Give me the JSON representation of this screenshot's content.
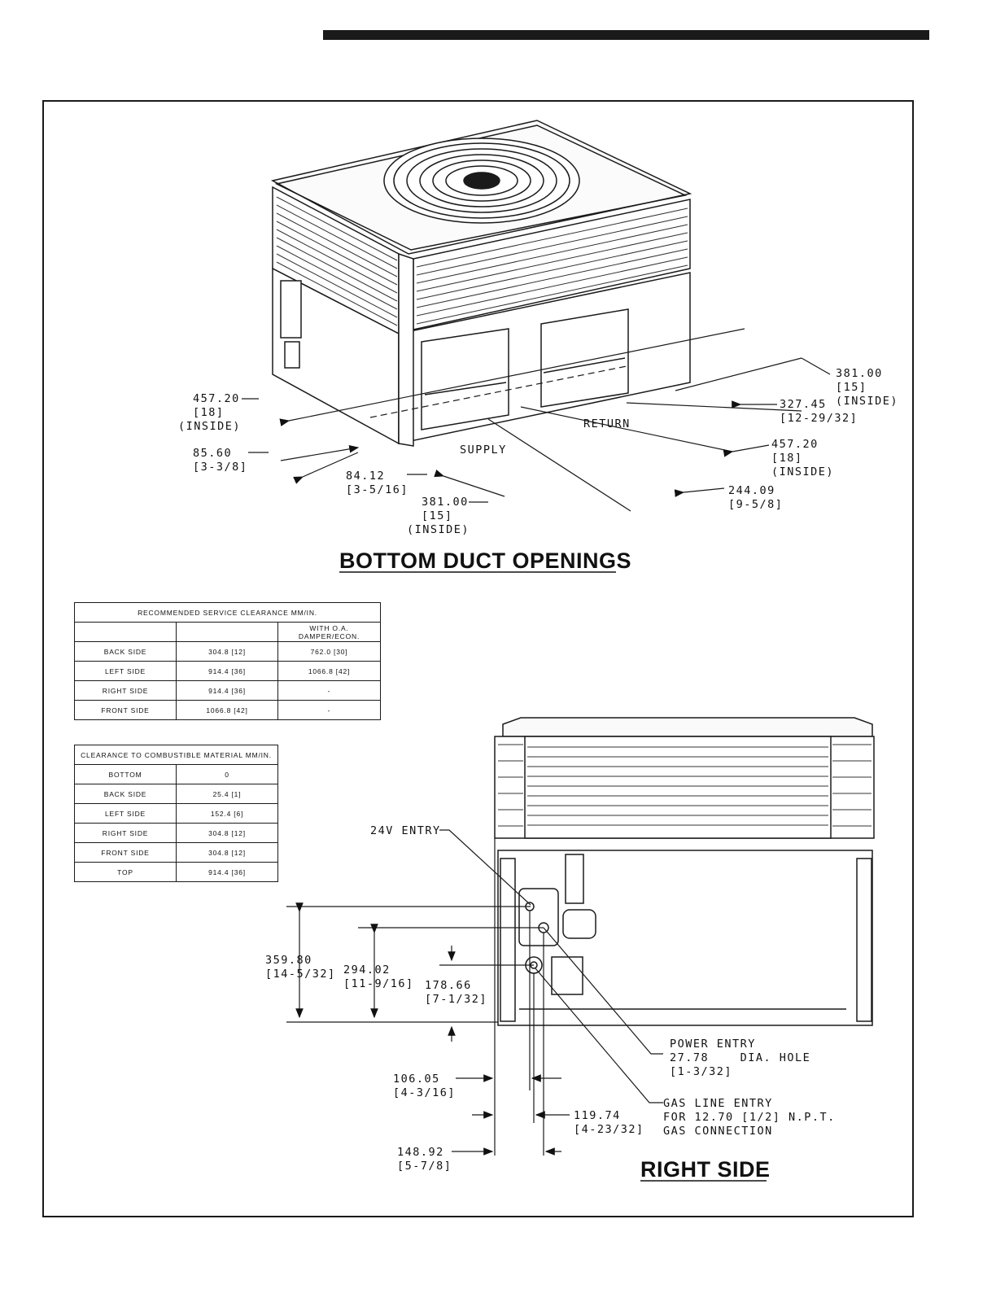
{
  "bottom_view": {
    "title": "BOTTOM DUCT OPENINGS",
    "labels": {
      "supply": "SUPPLY",
      "return": "RETURN"
    },
    "dims": {
      "d1_mm": "457.20",
      "d1_in": "[18]",
      "d1_note": "(INSIDE)",
      "d2_mm": "85.60",
      "d2_in": "[3-3/8]",
      "d3_mm": "84.12",
      "d3_in": "[3-5/16]",
      "d4_mm": "381.00",
      "d4_in": "[15]",
      "d4_note": "(INSIDE)",
      "d5_mm": "381.00",
      "d5_in": "[15]",
      "d5_note": "(INSIDE)",
      "d6_mm": "327.45",
      "d6_in": "[12-29/32]",
      "d7_mm": "457.20",
      "d7_in": "[18]",
      "d7_note": "(INSIDE)",
      "d8_mm": "244.09",
      "d8_in": "[9-5/8]"
    }
  },
  "service_table": {
    "title": "RECOMMENDED SERVICE CLEARANCE MM/IN.",
    "header": [
      "",
      "",
      "WITH O.A. DAMPER/ECON."
    ],
    "rows": [
      [
        "BACK SIDE",
        "304.8 [12]",
        "762.0 [30]"
      ],
      [
        "LEFT SIDE",
        "914.4 [36]",
        "1066.8 [42]"
      ],
      [
        "RIGHT SIDE",
        "914.4 [36]",
        "-"
      ],
      [
        "FRONT SIDE",
        "1066.8 [42]",
        "-"
      ]
    ]
  },
  "combustible_table": {
    "title": "CLEARANCE TO COMBUSTIBLE MATERIAL MM/IN.",
    "rows": [
      [
        "BOTTOM",
        "0"
      ],
      [
        "BACK SIDE",
        "25.4 [1]"
      ],
      [
        "LEFT SIDE",
        "152.4 [6]"
      ],
      [
        "RIGHT SIDE",
        "304.8 [12]"
      ],
      [
        "FRONT SIDE",
        "304.8 [12]"
      ],
      [
        "TOP",
        "914.4 [36]"
      ]
    ]
  },
  "right_view": {
    "title": "RIGHT SIDE",
    "entry_24v": "24V ENTRY",
    "power_entry": [
      "POWER ENTRY",
      "27.78    DIA. HOLE",
      "[1-3/32]"
    ],
    "gas_entry": [
      "GAS LINE ENTRY",
      "FOR 12.70 [1/2] N.P.T.",
      "GAS CONNECTION"
    ],
    "dims": {
      "h1_mm": "359.80",
      "h1_in": "[14-5/32]",
      "h2_mm": "294.02",
      "h2_in": "[11-9/16]",
      "h3_mm": "178.66",
      "h3_in": "[7-1/32]",
      "w1_mm": "106.05",
      "w1_in": "[4-3/16]",
      "w2_mm": "119.74",
      "w2_in": "[4-23/32]",
      "w3_mm": "148.92",
      "w3_in": "[5-7/8]"
    }
  }
}
